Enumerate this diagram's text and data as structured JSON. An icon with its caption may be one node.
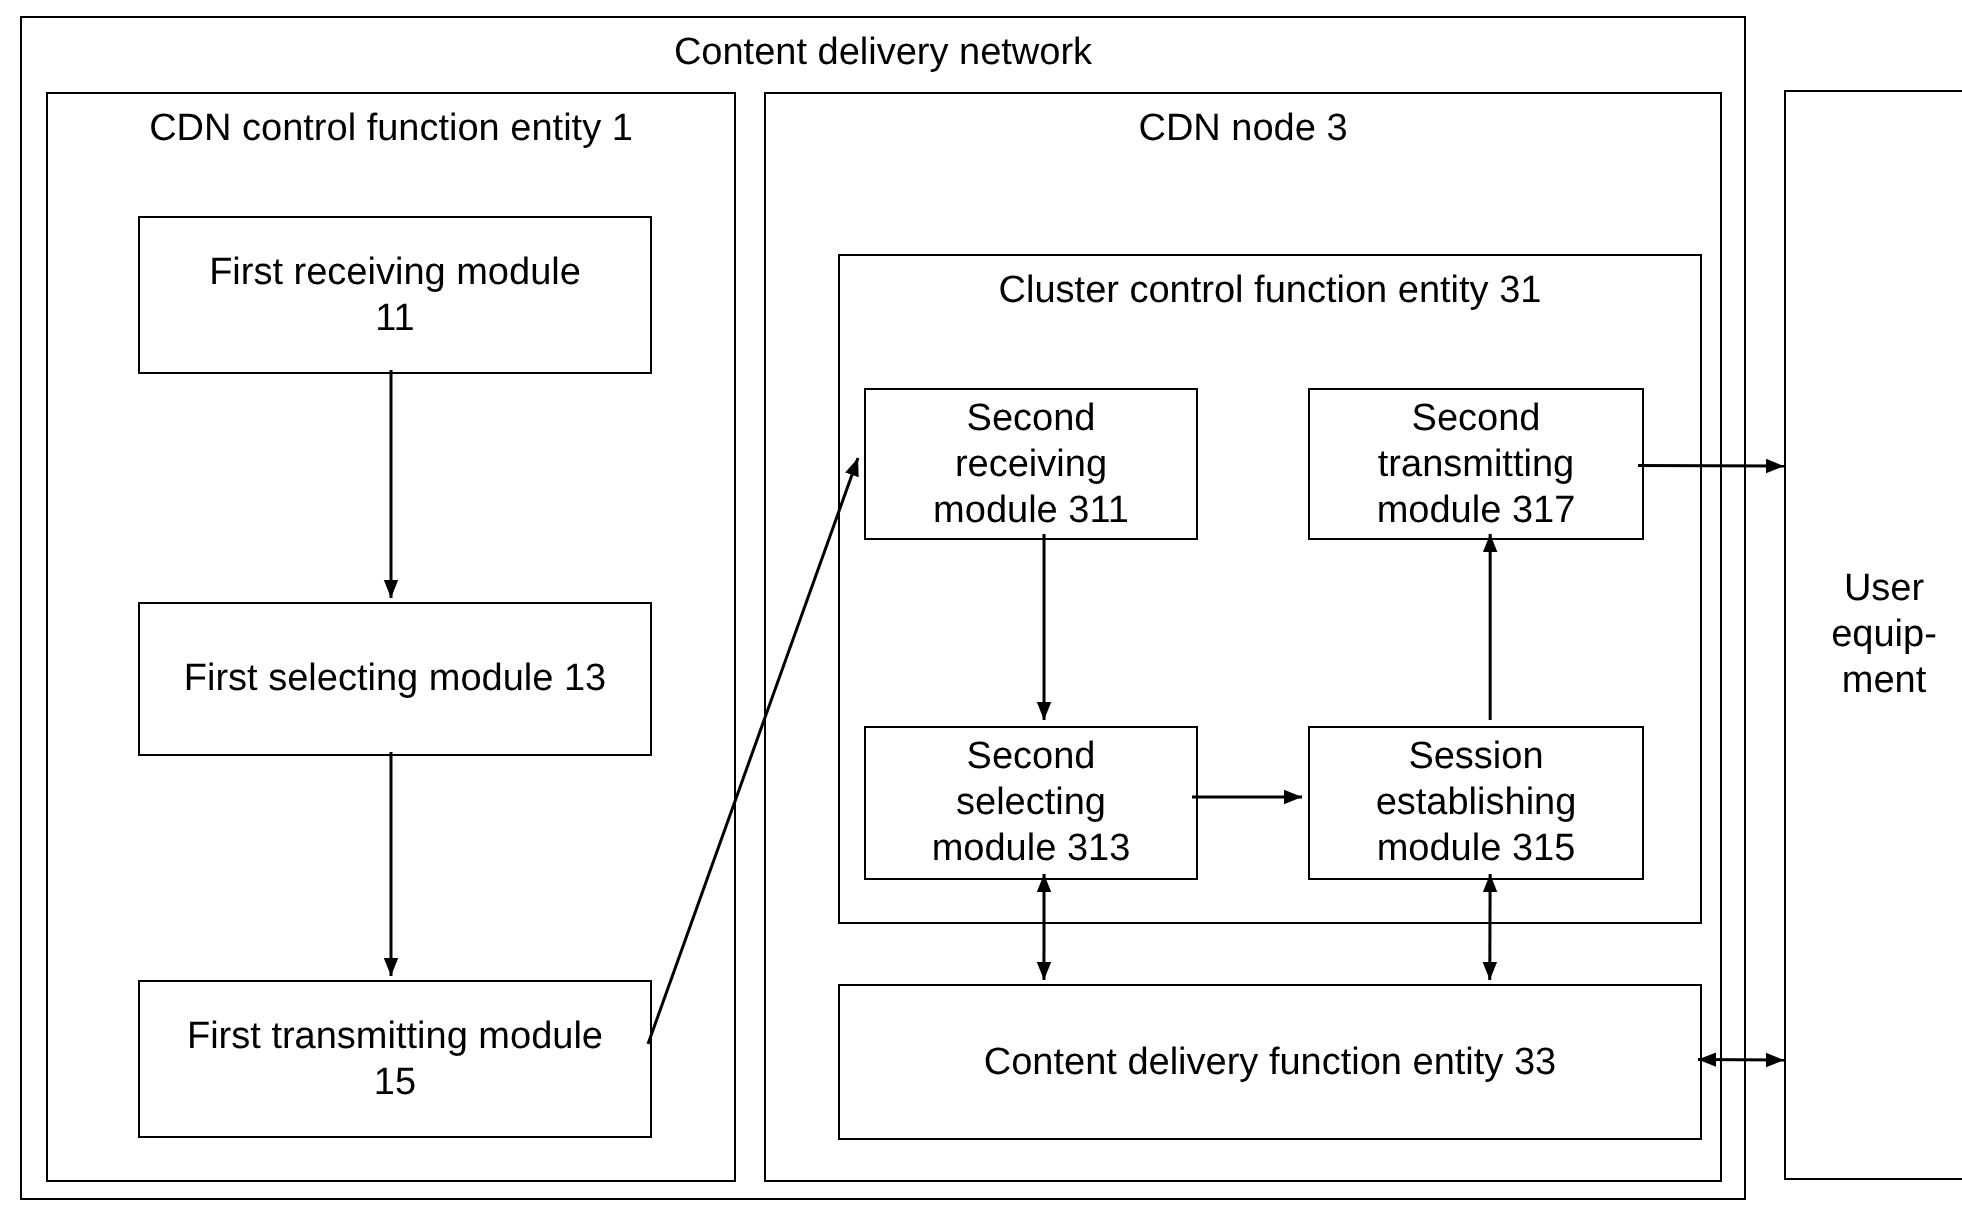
{
  "diagram": {
    "nodes": [
      {
        "text": [
          "Content delivery network"
        ]
      },
      {
        "text": [
          "CDN control function entity 1"
        ],
        "in": 0
      },
      {
        "text": [
          "First receiving module 11"
        ],
        "in": 1
      },
      {
        "text": [
          "First selecting module 13"
        ],
        "in": 1
      },
      {
        "text": [
          "First transmitting module 15"
        ],
        "in": 1
      },
      {
        "text": [
          "CDN node 3"
        ],
        "in": 0
      },
      {
        "text": [
          "Cluster control function entity 31"
        ],
        "in": 5
      },
      {
        "text": [
          "Second receiving module 311"
        ],
        "in": 6
      },
      {
        "text": [
          "Second transmitting module 317"
        ],
        "in": 6
      },
      {
        "text": [
          "Second selecting module 313"
        ],
        "in": 6
      },
      {
        "text": [
          "Session establishing module 315"
        ],
        "in": 6
      },
      {
        "text": [
          "Content delivery function entity 33"
        ],
        "in": 5
      },
      {
        "text": [
          "User equip- ment"
        ]
      }
    ],
    "edges": [
      {
        "from": 2,
        "to": 3,
        "arrow": "to"
      },
      {
        "from": 3,
        "to": 4,
        "arrow": "to"
      },
      {
        "from": 4,
        "to": 7,
        "arrow": "to"
      },
      {
        "from": 7,
        "to": 9,
        "arrow": "to"
      },
      {
        "from": 9,
        "to": 10,
        "arrow": "to"
      },
      {
        "from": 10,
        "to": 8,
        "arrow": "to"
      },
      {
        "from": 8,
        "to": 12,
        "arrow": "to"
      },
      {
        "from": 9,
        "to": 11,
        "arrow": "both"
      },
      {
        "from": 10,
        "to": 11,
        "arrow": "both"
      },
      {
        "from": 11,
        "to": 12,
        "arrow": "both"
      }
    ]
  }
}
